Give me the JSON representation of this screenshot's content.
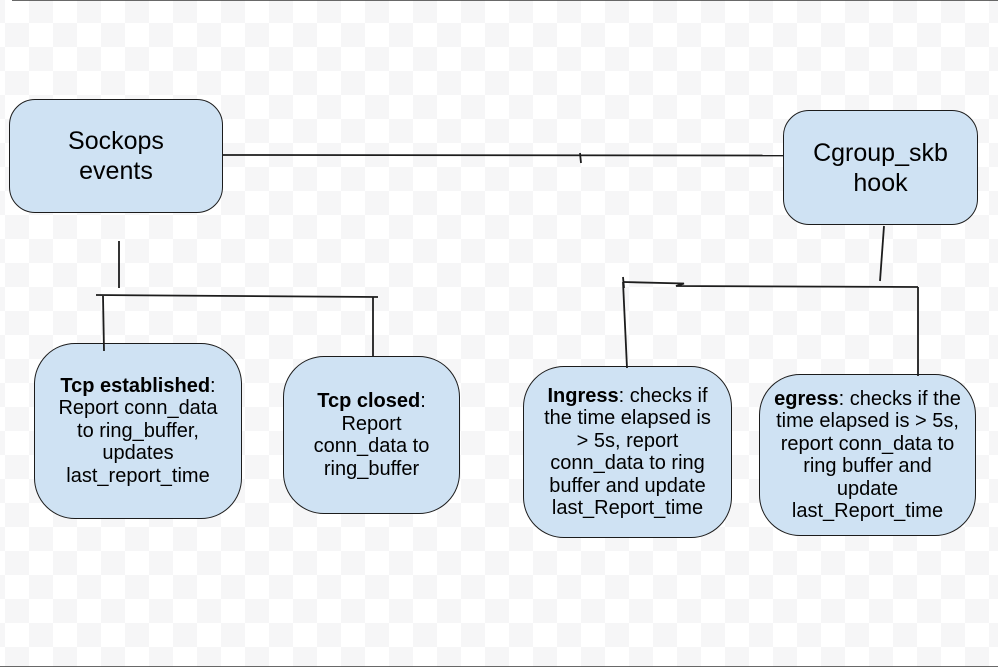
{
  "theme": {
    "checker_a": "#ffffff",
    "checker_b": "#f6f6f7",
    "box_fill": "#cfe2f3",
    "box_border": "#1c1c1c",
    "line_color": "#1d1d1d",
    "text_color": "#000000"
  },
  "nodes": {
    "sockops_events": {
      "label": "Sockops events"
    },
    "cgroup_skb_hook": {
      "label": "Cgroup_skb hook"
    },
    "tcp_established": {
      "bold": "Tcp established",
      "rest": ": Report conn_data to ring_buffer, updates last_report_time"
    },
    "tcp_closed": {
      "bold": "Tcp closed",
      "rest": ": Report conn_data to ring_buffer"
    },
    "ingress": {
      "bold": "Ingress",
      "rest": ": checks if the time elapsed is > 5s, report conn_data to ring buffer and update last_Report_time"
    },
    "egress": {
      "bold": "egress",
      "rest": ": checks if the time elapsed is > 5s, report conn_data to ring buffer and update last_Report_time"
    }
  },
  "edges": [
    {
      "from": "sockops_events",
      "to": "cgroup_skb_hook"
    },
    {
      "from": "sockops_events",
      "to": "tcp_established"
    },
    {
      "from": "sockops_events",
      "to": "tcp_closed"
    },
    {
      "from": "cgroup_skb_hook",
      "to": "ingress"
    },
    {
      "from": "cgroup_skb_hook",
      "to": "egress"
    }
  ]
}
